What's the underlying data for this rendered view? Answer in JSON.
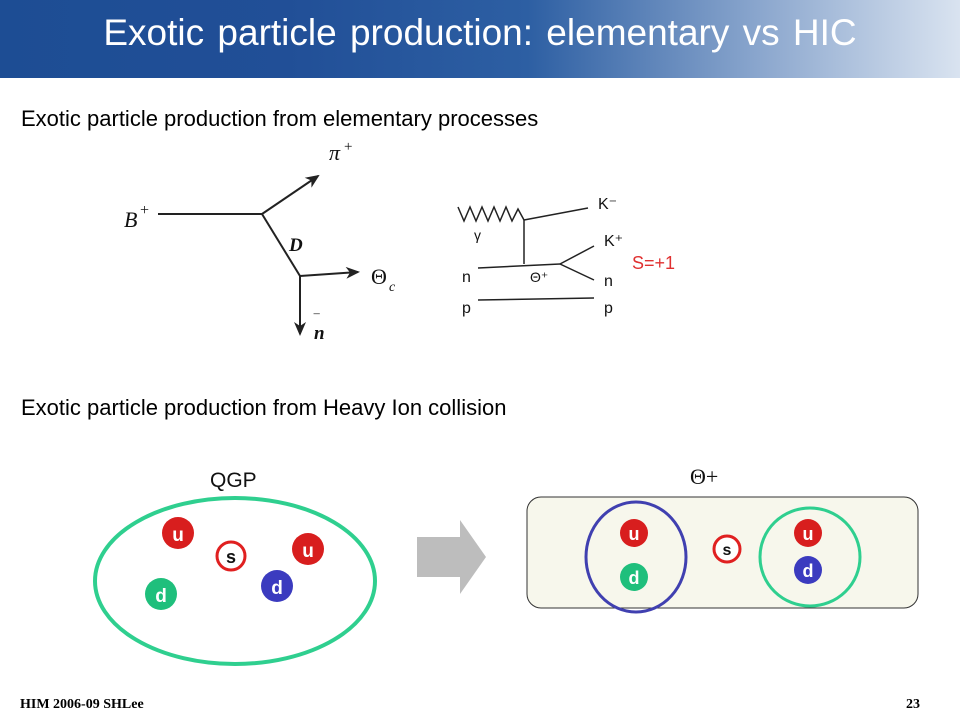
{
  "slide": {
    "title": "Exotic particle production: elementary vs HIC",
    "heading_elementary": "Exotic particle production from elementary processes",
    "heading_hic": "Exotic particle production from Heavy Ion collision",
    "footer_left": "HIM 2006-09 SHLee",
    "page_number": "23"
  },
  "diagram_b_decay": {
    "b_label": "B",
    "b_sup": "+",
    "pi_label": "π",
    "pi_sup": "+",
    "d_label": "D",
    "theta_label": "Θ",
    "theta_sub": "c",
    "n_label": "n",
    "n_bar": "‾"
  },
  "diagram_photoproduction": {
    "k_minus": "K⁻",
    "gamma": "γ",
    "k_plus": "K⁺",
    "n_in": "n",
    "theta_plus": "Θ⁺",
    "n_out": "n",
    "p_in": "p",
    "p_out": "p",
    "strangeness": "S=+1"
  },
  "qgp": {
    "label": "QGP",
    "quarks": [
      "u",
      "s",
      "u",
      "d",
      "d"
    ]
  },
  "theta_plus_state": {
    "label": "Θ+",
    "quarks": [
      "u",
      "s",
      "u",
      "d",
      "d"
    ]
  },
  "colors": {
    "u_quark": "#d81e1e",
    "d_quark_left": "#1fbf7c",
    "d_quark_right": "#3b3bbf",
    "s_quark_ring": "#e02020",
    "qgp_ring": "#2fcf8f",
    "diquark_ring_left": "#4040b0",
    "diquark_ring_right": "#2fcf8f",
    "arrow": "#bdbdbd",
    "box_fill": "#f7f7ec",
    "strangeness_text": "#e03030"
  }
}
